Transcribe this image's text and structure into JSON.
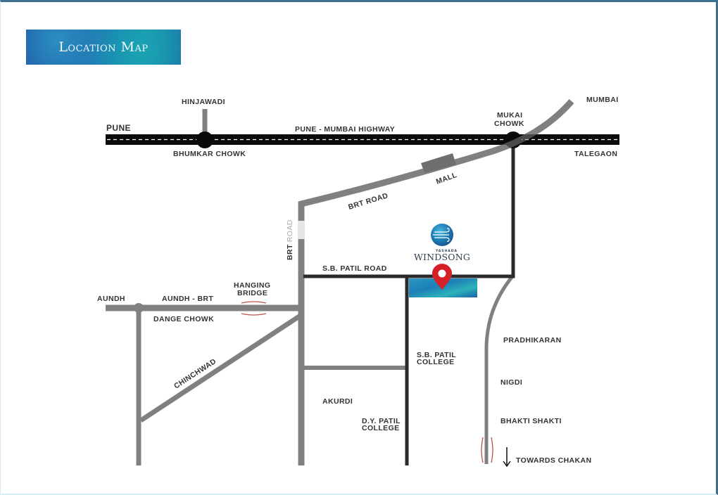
{
  "header": {
    "title": "Location Map"
  },
  "colors": {
    "highway": "#0a0a0a",
    "major_road": "#808080",
    "local_road": "#2a2a2a",
    "bridge_mark": "#c0504d",
    "pin": "#d42027",
    "label": "#333333"
  },
  "highway": {
    "name": "PUNE - MUMBAI HIGHWAY",
    "west_end": "PUNE",
    "east_end": "TALEGAON"
  },
  "junctions": {
    "bhumkar": "BHUMKAR CHOWK",
    "mukai_line1": "MUKAI",
    "mukai_line2": "CHOWK",
    "dange": "DANGE CHOWK"
  },
  "places": {
    "hinjawadi": "HINJAWADI",
    "mumbai": "MUMBAI",
    "aundh": "AUNDH",
    "akurdi": "AKURDI",
    "pradhikaran": "PRADHIKARAN",
    "nigdi": "NIGDI",
    "bhakti_shakti": "BHAKTI SHAKTI",
    "towards_chakan": "TOWARDS CHAKAN"
  },
  "roads": {
    "brt_road_diag": "BRT ROAD",
    "brt_road_vert_part1": "BRT",
    "brt_road_vert_part2": "ROAD",
    "sb_patil_road": "S.B. PATIL ROAD",
    "aundh_brt": "AUNDH - BRT",
    "chinchwad": "CHINCHWAD"
  },
  "landmarks": {
    "mall": "MALL",
    "hanging_bridge_line1": "HANGING",
    "hanging_bridge_line2": "BRIDGE",
    "sb_patil_college_line1": "S.B. PATIL",
    "sb_patil_college_line2": "COLLEGE",
    "dy_patil_college_line1": "D.Y. PATIL",
    "dy_patil_college_line2": "COLLEGE"
  },
  "project": {
    "brand_prefix": "YASHADA",
    "brand_name": "WINDSONG",
    "marker": "location-pin"
  }
}
